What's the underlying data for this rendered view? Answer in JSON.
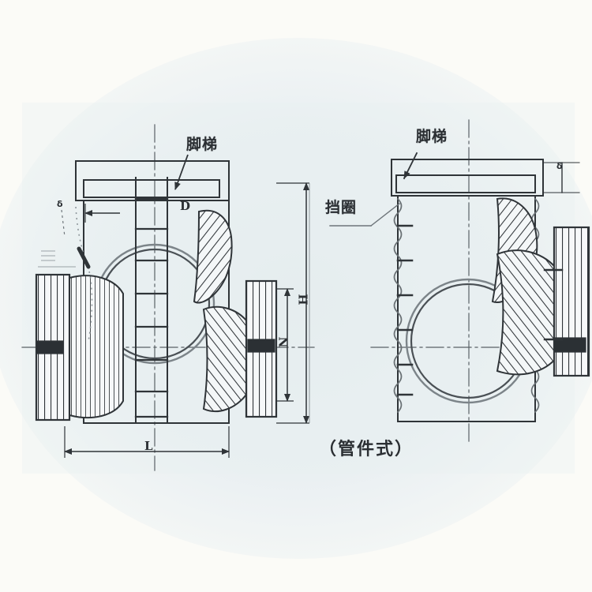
{
  "drawing": {
    "caption": "（管件式）",
    "background_color": "#fbfbf7",
    "paper_tint_color": "#e7eef1",
    "line_color": "#2f3438",
    "labels": {
      "ladder_left": "脚梯",
      "ladder_right": "脚梯",
      "retaining_ring": "挡圈"
    },
    "dimensions": {
      "diameter": "D",
      "height": "H",
      "nozzle": "N",
      "length": "L",
      "thickness": "δ",
      "small_left": "δ"
    }
  }
}
